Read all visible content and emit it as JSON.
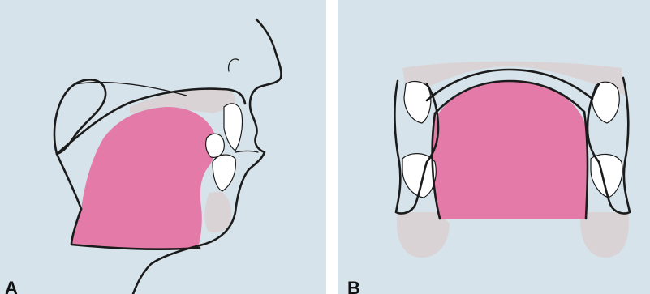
{
  "panels": [
    {
      "id": "A",
      "label": "A",
      "view": "sagittal"
    },
    {
      "id": "B",
      "label": "B",
      "view": "coronal"
    }
  ],
  "colors": {
    "panel_background": "#d6e3ea",
    "tongue": "#e47aa8",
    "tongue_light": "#ec9cc0",
    "tissue_gray": "#d9d3d5",
    "outline": "#1b1b1b",
    "teeth": "#ffffff"
  }
}
